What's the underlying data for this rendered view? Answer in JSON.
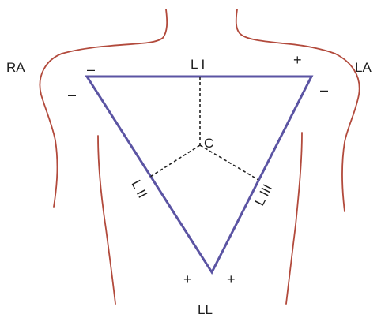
{
  "colors": {
    "triangle": "#5b54a3",
    "body_outline": "#b24a3c"
  },
  "labels": {
    "right_arm": "RA",
    "left_arm": "LA",
    "left_leg": "LL",
    "lead_1": "L I",
    "lead_2": "L II",
    "lead_3": "L III",
    "center": "C"
  },
  "signs": {
    "ra_top": "–",
    "ra_left": "–",
    "la_top": "+",
    "la_right": "–",
    "ll_left": "+",
    "ll_right": "+"
  }
}
